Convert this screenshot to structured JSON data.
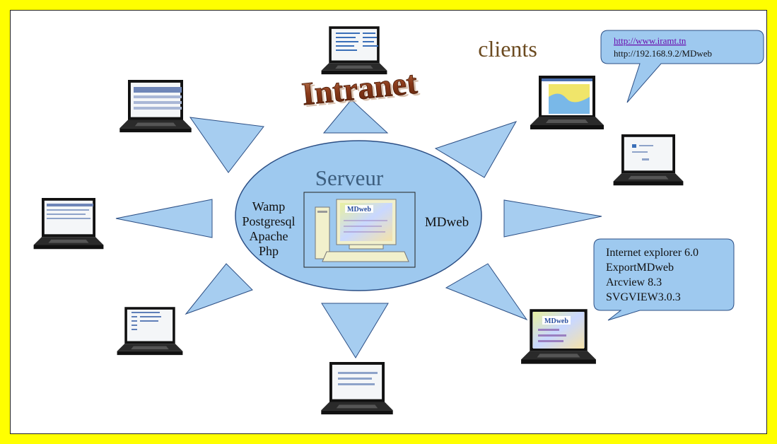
{
  "diagram": {
    "title": "Intranet",
    "clients_label": "clients",
    "server": {
      "title": "Serveur",
      "software": [
        "Wamp",
        "Postgresql",
        "Apache",
        "Php"
      ],
      "app_label": "MDweb",
      "screen_logo": "MDweb"
    },
    "url_bubble": {
      "link": "http://www.iramt.tn",
      "address": "http://192.168.9.2/MDweb"
    },
    "requirements_bubble": {
      "lines": [
        "Internet explorer 6.0",
        "ExportMDweb",
        "Arcview 8.3",
        "SVGVIEW3.0.3"
      ]
    },
    "client_screen_logo": "MDweb",
    "colors": {
      "frame_yellow": "#ffff00",
      "bubble_fill": "#9ec9ef",
      "triangle_fill": "#a6cdf0",
      "title_brown": "#7a3b1f",
      "clients_brown": "#6b4a1f",
      "link_purple": "#6a0dad"
    }
  }
}
